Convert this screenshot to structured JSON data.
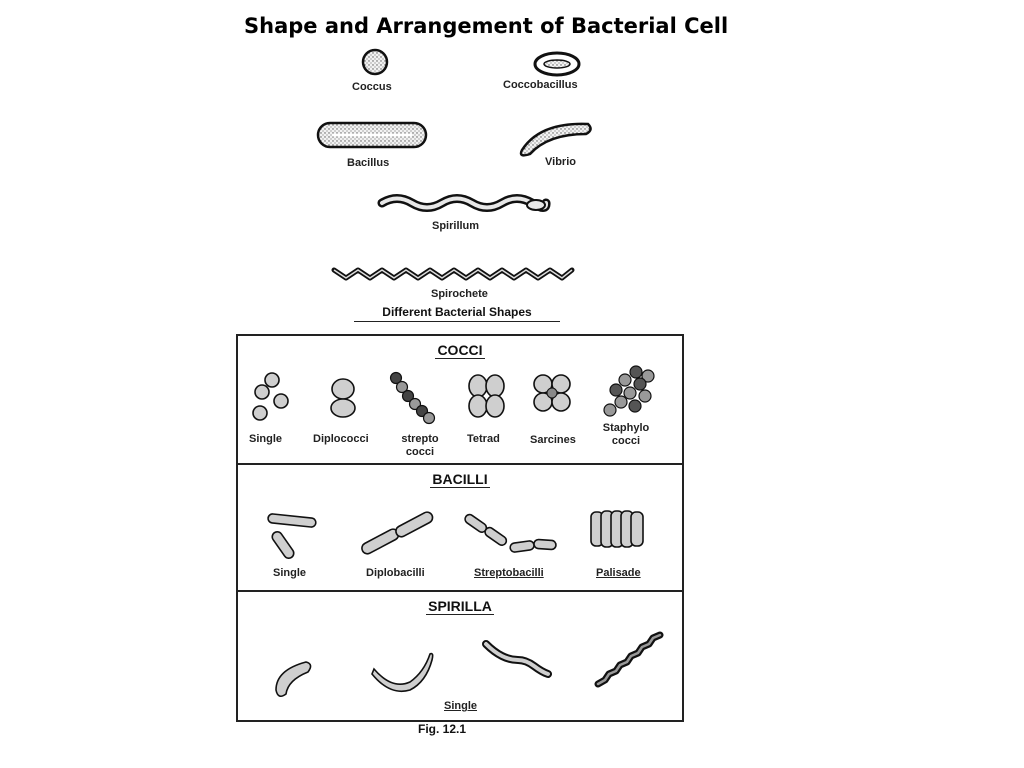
{
  "title": "Shape and Arrangement of Bacterial Cell",
  "shapes": {
    "coccus": "Coccus",
    "coccobacillus": "Coccobacillus",
    "bacillus": "Bacillus",
    "vibrio": "Vibrio",
    "spirillum": "Spirillum",
    "spirochete": "Spirochete",
    "caption": "Different Bacterial Shapes"
  },
  "cocci": {
    "title": "COCCI",
    "labels": [
      "Single",
      "Diplococci",
      "strepto cocci",
      "Tetrad",
      "Sarcines",
      "Staphylo cocci"
    ]
  },
  "bacilli": {
    "title": "BACILLI",
    "labels": [
      "Single",
      "Diplobacilli",
      "Streptobacilli",
      "Palisade"
    ]
  },
  "spirilla": {
    "title": "SPIRILLA",
    "labels": [
      "Single"
    ]
  },
  "figure_caption": "Fig. 12.1"
}
